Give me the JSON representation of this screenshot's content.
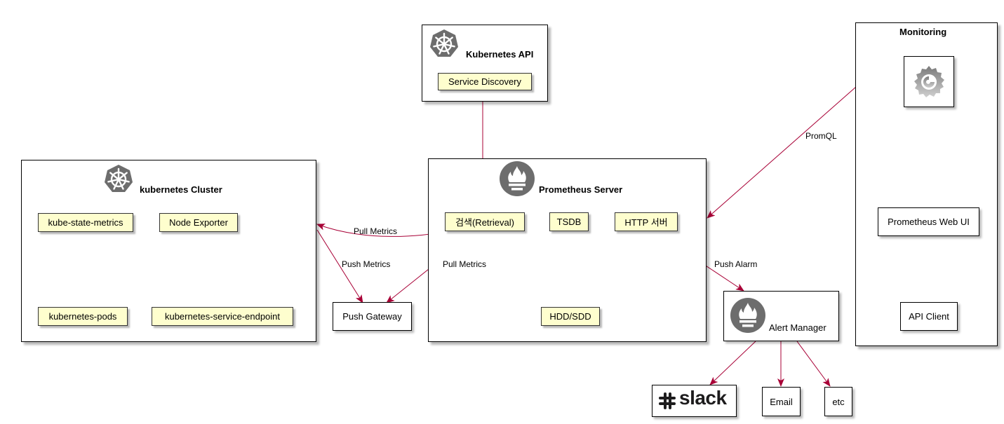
{
  "kubernetes_api": {
    "title": "Kubernetes API",
    "service_discovery": "Service Discovery"
  },
  "kubernetes_cluster": {
    "title": "kubernetes Cluster",
    "components": [
      "kube-state-metrics",
      "Node Exporter",
      "kubernetes-pods",
      "kubernetes-service-endpoint"
    ]
  },
  "push_gateway": "Push Gateway",
  "prometheus_server": {
    "title": "Prometheus Server",
    "retrieval": "검색(Retrieval)",
    "tsdb": "TSDB",
    "http_server": "HTTP 서버",
    "storage": "HDD/SDD"
  },
  "monitoring": {
    "title": "Monitoring",
    "web_ui": "Prometheus Web UI",
    "api_client": "API Client"
  },
  "alert_manager": "Alert Manager",
  "outputs": {
    "slack": "slack",
    "email": "Email",
    "etc": "etc"
  },
  "edge_labels": {
    "pull_metrics_cluster": "Pull Metrics",
    "push_metrics": "Push Metrics",
    "pull_metrics_gateway": "Pull Metrics",
    "promql": "PromQL",
    "push_alarm": "Push Alarm"
  },
  "colors": {
    "arrow": "#a80036",
    "component_fill": "#fefece",
    "icon_gray": "#6d6d6d"
  },
  "icons": {
    "kubernetes": "helm-wheel-icon",
    "prometheus": "prometheus-flame-icon",
    "grafana": "grafana-swirl-icon",
    "slack": "slack-hash-icon"
  }
}
